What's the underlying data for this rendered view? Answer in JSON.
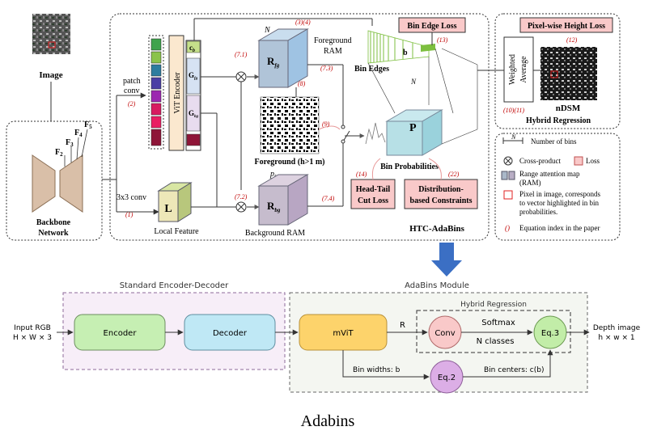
{
  "top": {
    "image_label": "Image",
    "backbone_label": [
      "Backbone",
      "Network"
    ],
    "feature_labels": [
      "F",
      "F",
      "F",
      "F"
    ],
    "feature_subs": [
      "2",
      "3",
      "4",
      "5"
    ],
    "patch_conv": [
      "patch",
      "conv"
    ],
    "eq2": "(2)",
    "conv3x3": "3x3 conv",
    "eq1": "(1)",
    "vit_encoder": "ViT Encoder",
    "cb": "c",
    "cb_sub": "b",
    "gfg": "G",
    "gfg_sub": "fg",
    "gbg": "G",
    "gbg_sub": "bg",
    "eq71": "(7.1)",
    "eq72": "(7.2)",
    "eq73": "(7.3)",
    "eq74": "(7.4)",
    "eq8": "(8)",
    "eq9": "(9)",
    "eq34": "(3)(4)",
    "eq13": "(13)",
    "eq14": "(14)",
    "eq22": "(22)",
    "eq12": "(12)",
    "eq1011": "(10)(11)",
    "fg_ram": [
      "Foreground",
      "RAM"
    ],
    "rfg": "R",
    "rfg_sub": "fg",
    "rbg": "R",
    "rbg_sub": "bg",
    "n_label": "N",
    "b_label": "b",
    "pfg": "p",
    "pfg_sub": "fg",
    "l_label": "L",
    "local_feature": "Local Feature",
    "background_ram": "Background RAM",
    "foreground": "Foreground (h>1 m)",
    "bin_edges": "Bin Edges",
    "bin_edge_loss": "Bin Edge Loss",
    "p_label": "P",
    "bin_probabilities": "Bin Probabilities",
    "head_tail": [
      "Head-Tail",
      "Cut Loss"
    ],
    "distribution": [
      "Distribution-",
      "based Constraints"
    ],
    "htc": "HTC-AdaBins",
    "pixel_height_loss": "Pixel-wise Height Loss",
    "weighted_average": [
      "Weighted",
      "Average"
    ],
    "ndsm": "nDSM",
    "hybrid_regression": "Hybrid Regression"
  },
  "legend": {
    "n_bins": "Number of bins",
    "cross_product": "Cross-product",
    "loss": "Loss",
    "ram": [
      "Range attention map",
      "(RAM)"
    ],
    "pixel": [
      "Pixel in image,  corresponds",
      "to vector highlighted in bin",
      "probabilities."
    ],
    "eq_index_symbol": "()",
    "eq_index": "Equation index in the paper",
    "n_symbol": "N"
  },
  "bottom": {
    "standard": "Standard Encoder-Decoder",
    "adabins_module": "AdaBins Module",
    "hybrid_regression": "Hybrid Regression",
    "input": [
      "Input RGB",
      "H × W × 3"
    ],
    "encoder": "Encoder",
    "decoder": "Decoder",
    "mvit": "mViT",
    "r_label": "R",
    "conv": "Conv",
    "softmax": "Softmax",
    "n_classes": "N classes",
    "eq3": "Eq.3",
    "eq2": "Eq.2",
    "bin_widths": "Bin widths: b",
    "bin_centers": "Bin centers: c(b)",
    "output": [
      "Depth image",
      "h × w × 1"
    ]
  },
  "caption": "Adabins",
  "colors": {
    "loss_fill": "#f9c9c9",
    "encoder_fill": "#c6efb3",
    "decoder_fill": "#bfe8f5",
    "mvit_fill": "#fdd36b",
    "conv_fill": "#f9c9c9",
    "eq3_fill": "#c2eda8",
    "eq2_fill": "#dcaee6",
    "arrow_blue": "#3b6fc4",
    "bin_green": "#7dbf3f"
  }
}
